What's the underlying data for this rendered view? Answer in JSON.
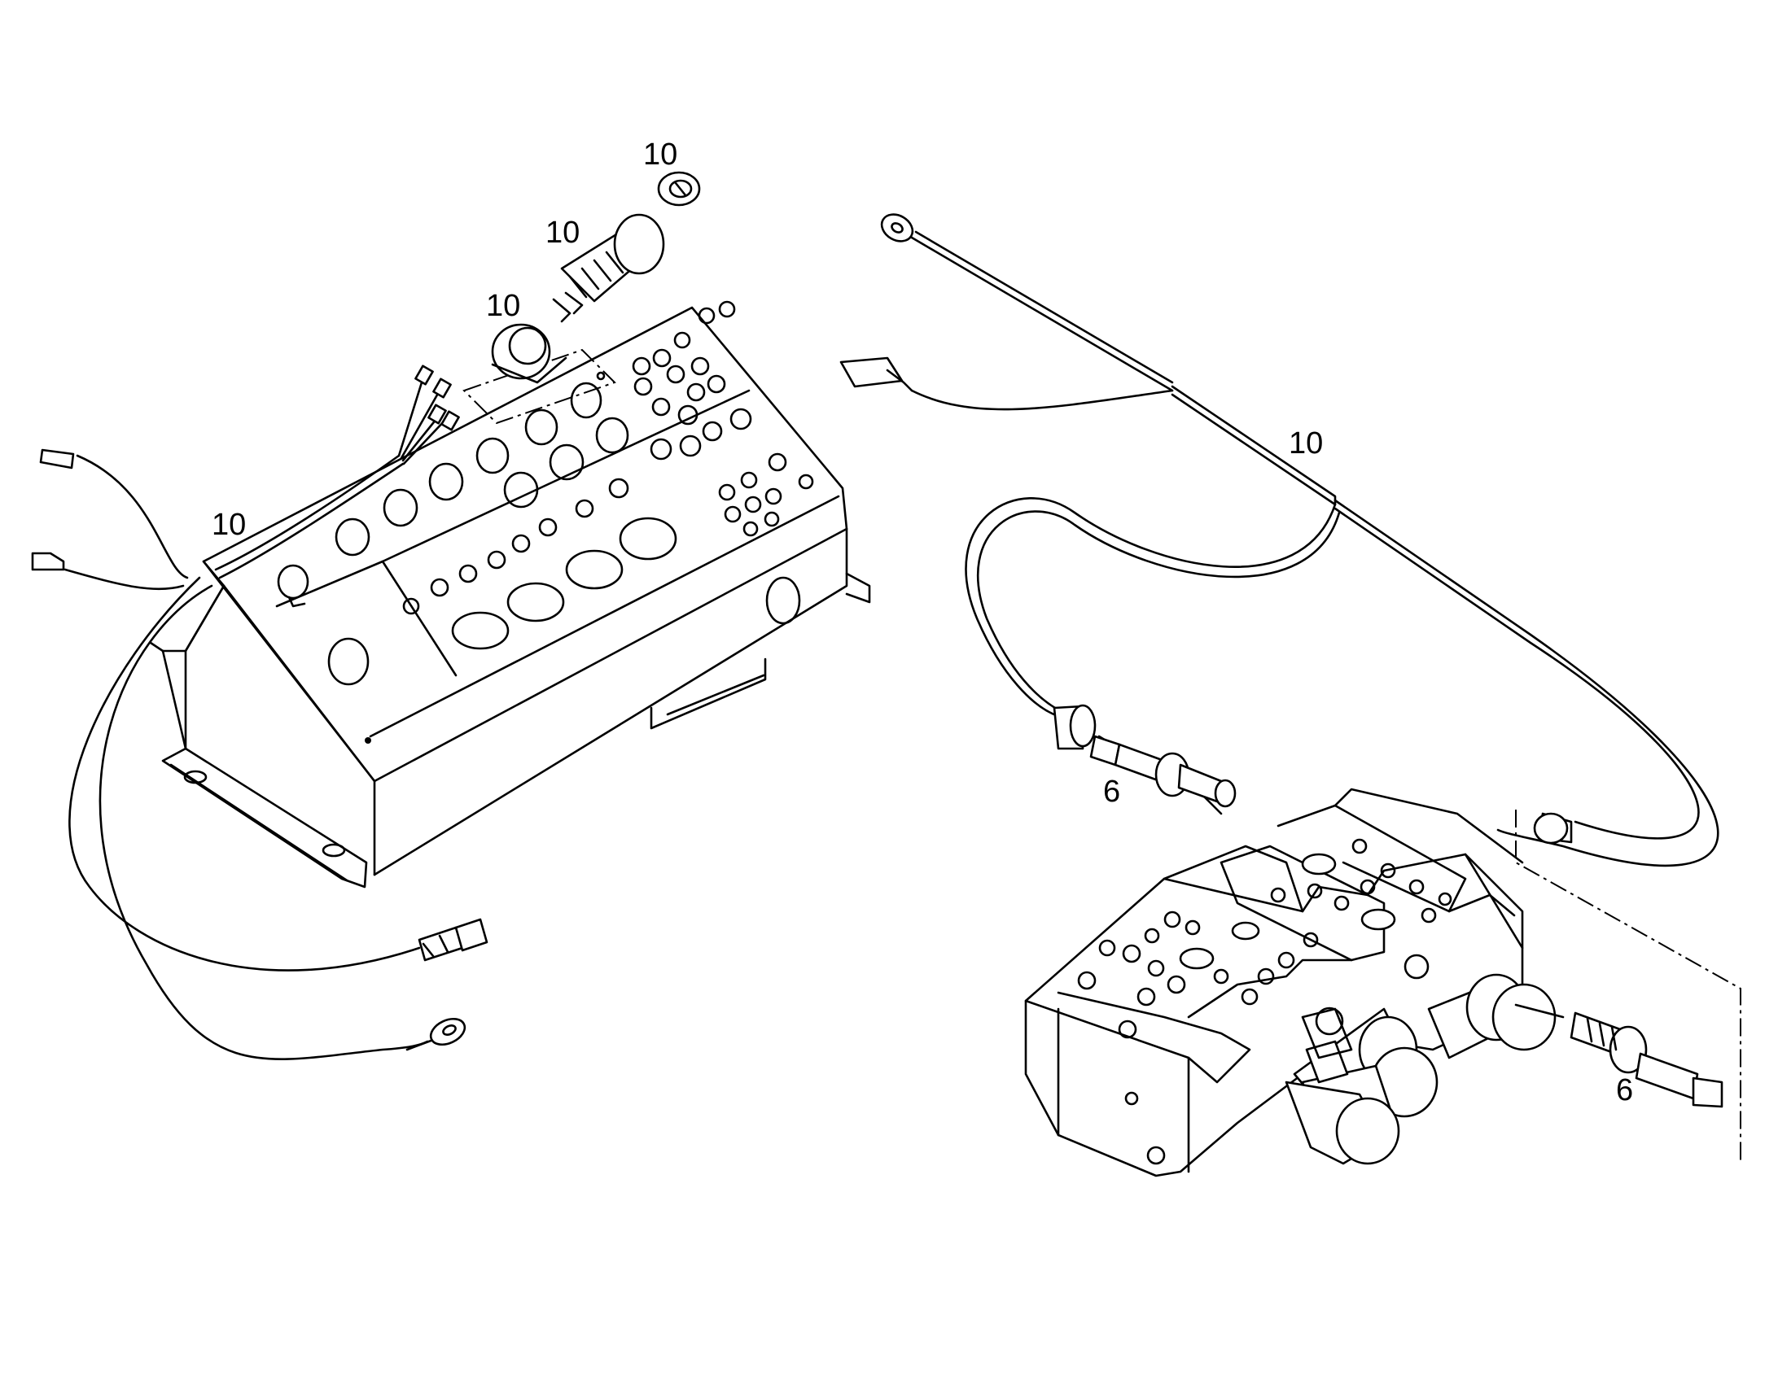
{
  "callouts": {
    "lamp_bezel": "10",
    "lamp_body": "10",
    "lamp_cap": "10",
    "left_harness": "10",
    "right_harness": "10",
    "sensor_upper": "6",
    "sensor_lower": "6"
  }
}
